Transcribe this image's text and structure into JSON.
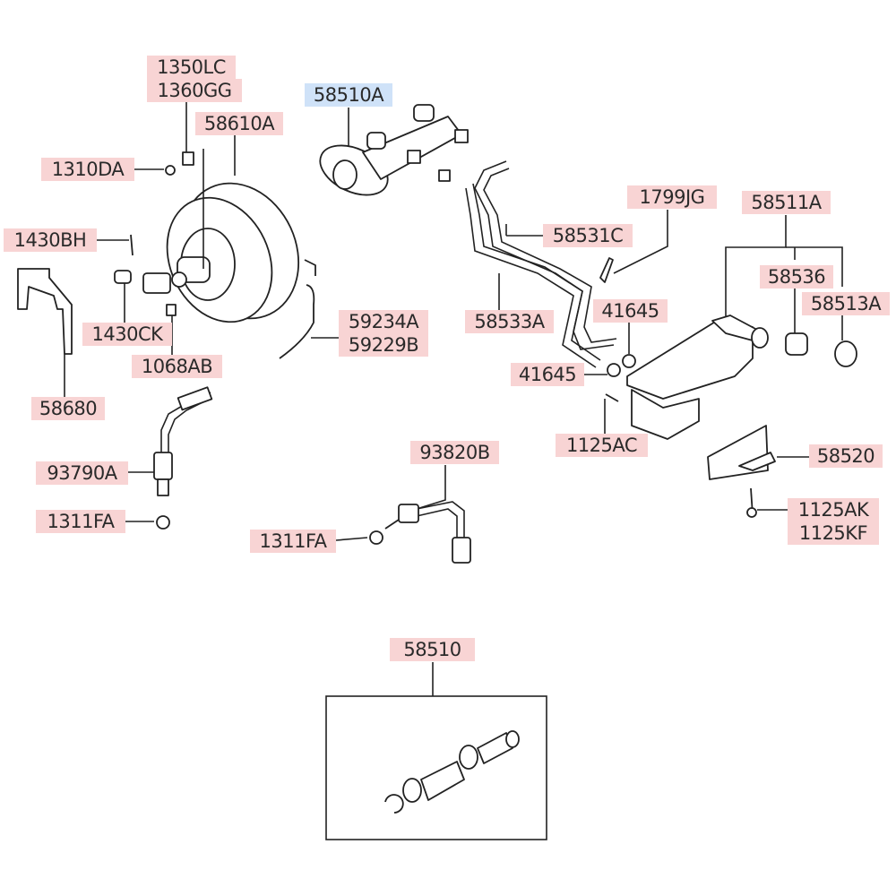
{
  "labels": {
    "p1350LC": "1350LC",
    "p1360GG": "1360GG",
    "p58610A": "58610A",
    "p58510A": "58510A",
    "p1310DA": "1310DA",
    "p1430BH": "1430BH",
    "p1430CK": "1430CK",
    "p1068AB": "1068AB",
    "p58680": "58680",
    "p59234A": "59234A",
    "p59229B": "59229B",
    "p58531C": "58531C",
    "p58533A": "58533A",
    "p1799JG": "1799JG",
    "p58511A": "58511A",
    "p58536": "58536",
    "p58513A": "58513A",
    "p41645a": "41645",
    "p41645b": "41645",
    "p1125AC": "1125AC",
    "p58520": "58520",
    "p1125AK": "1125AK",
    "p1125KF": "1125KF",
    "p93790A": "93790A",
    "p1311FAa": "1311FA",
    "p93820B": "93820B",
    "p1311FAb": "1311FA",
    "p58510": "58510"
  },
  "colors": {
    "label_bg": "#f8d4d4",
    "highlight_bg": "#cfe2f8"
  }
}
